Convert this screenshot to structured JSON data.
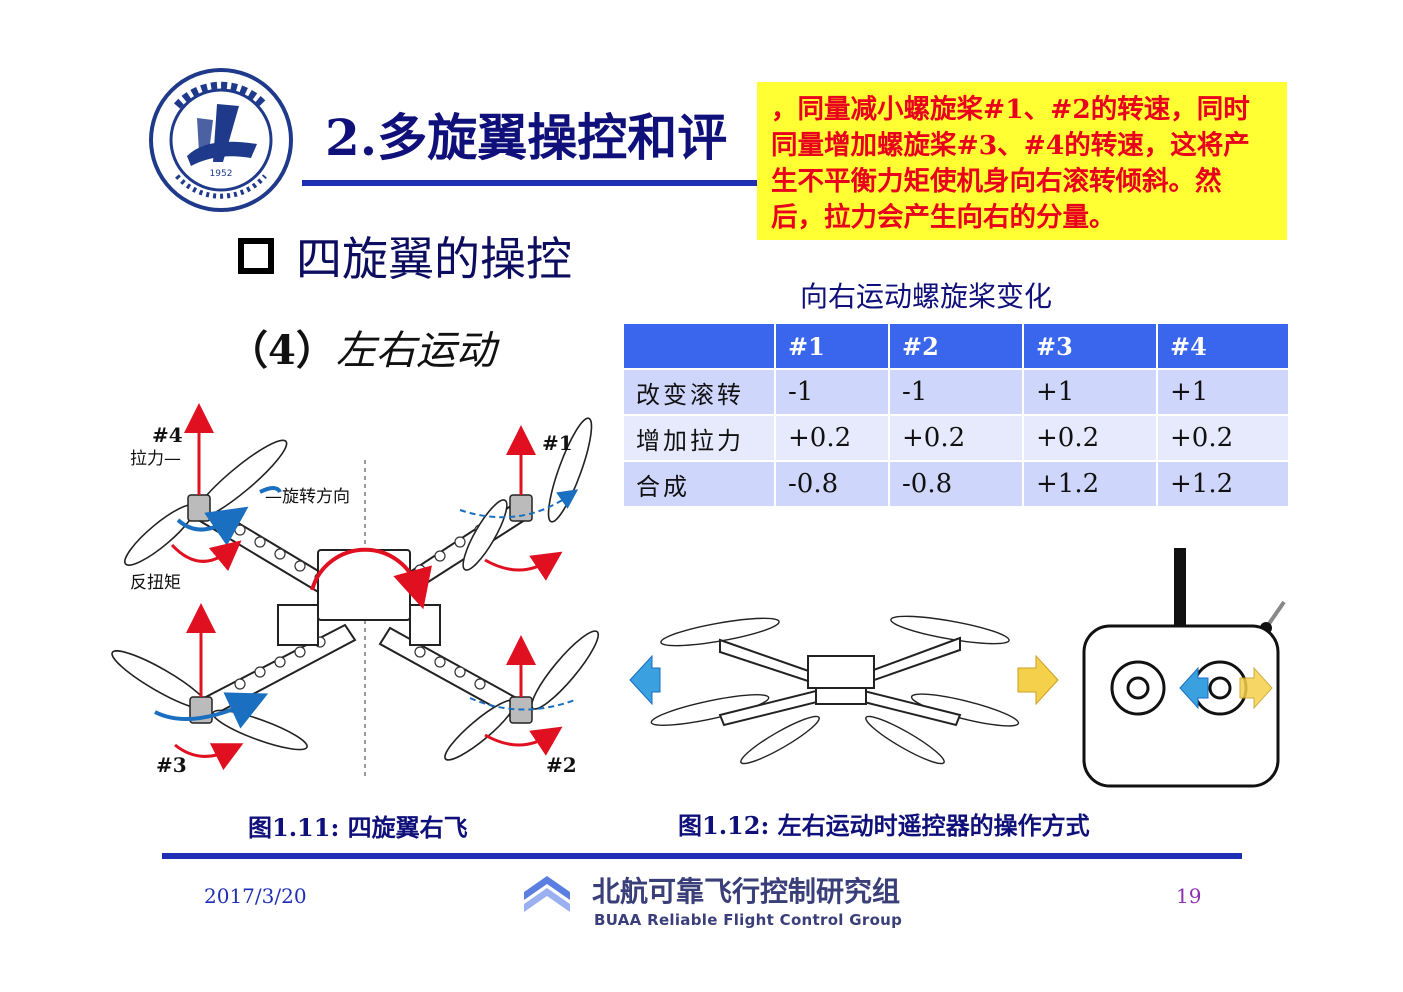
{
  "header": {
    "title": "2.多旋翼操控和评",
    "callout": "，同量减小螺旋桨#1、#2的转速，同时同量增加螺旋桨#3、#4的转速，这将产生不平衡力矩使机身向右滚转倾斜。然后，拉力会产生向右的分量。"
  },
  "section": {
    "heading": "四旋翼的操控",
    "sub_num": "（4）",
    "sub_text": "左右运动"
  },
  "table": {
    "caption": "向右运动螺旋桨变化",
    "columns": [
      "",
      "#1",
      "#2",
      "#3",
      "#4"
    ],
    "rows": [
      {
        "label": "改变滚转",
        "values": [
          "-1",
          "-1",
          "+1",
          "+1"
        ]
      },
      {
        "label": "增加拉力",
        "values": [
          "+0.2",
          "+0.2",
          "+0.2",
          "+0.2"
        ]
      },
      {
        "label": "合成",
        "values": [
          "-0.8",
          "-0.8",
          "+1.2",
          "+1.2"
        ]
      }
    ]
  },
  "figure_quad": {
    "labels": {
      "p4": "#4",
      "p1": "#1",
      "p3": "#3",
      "p2": "#2",
      "thrust": "拉力—",
      "rotation": "—旋转方向",
      "torque": "反扭矩"
    },
    "caption": "图1.11: 四旋翼右飞"
  },
  "figure_side": {
    "caption": "图1.12: 左右运动时遥控器的操作方式"
  },
  "colors": {
    "title": "#10107a",
    "rule": "#1f2fb5",
    "table_header": "#3a66ee",
    "callout_bg": "#ffff33",
    "callout_text": "#e8001c"
  },
  "logo": {
    "year": "1952",
    "icon": "university-seal-icon"
  },
  "footer": {
    "date": "2017/3/20",
    "page": "19",
    "org_cn": "北航可靠飞行控制研究组",
    "org_en": "BUAA Reliable Flight Control Group",
    "icon": "chevron-logo-icon"
  }
}
